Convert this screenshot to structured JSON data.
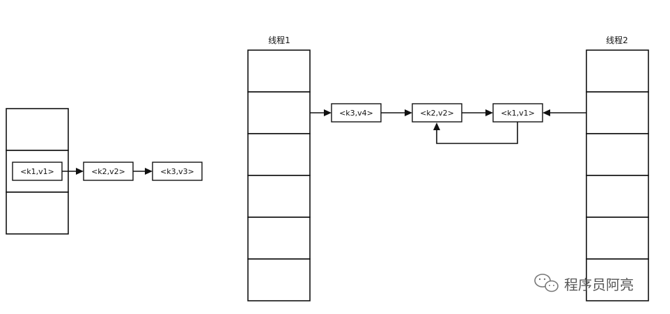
{
  "left_table": {
    "nodes": [
      "<k1,v1>",
      "<k2,v2>",
      "<k3,v3>"
    ]
  },
  "thread1": {
    "title": "线程1"
  },
  "thread2": {
    "title": "线程2"
  },
  "middle_chain": {
    "nodes": [
      "<k3,v4>",
      "<k2,v2>",
      "<k1,v1>"
    ]
  },
  "watermark": {
    "text": "程序员阿亮",
    "icon": "wechat-icon"
  }
}
